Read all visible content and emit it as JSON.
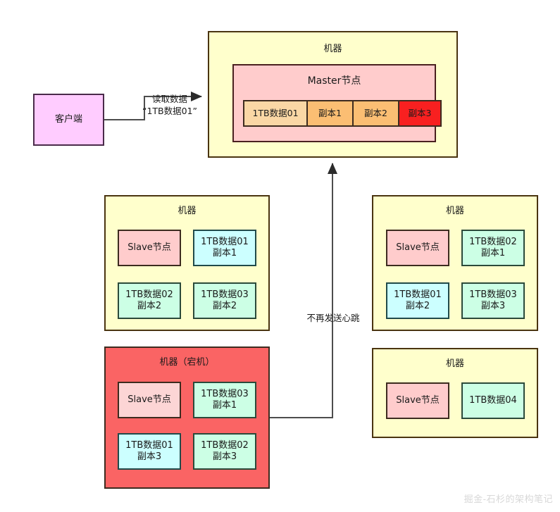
{
  "diagram": {
    "watermark": "掘金-石杉的架构笔记",
    "colors": {
      "machine_bg": "#FFFFCC",
      "machine_crashed_bg": "#FA6464",
      "client_bg": "#FFCCFF",
      "master_bg": "#FFCCCC",
      "slave_bg": "#FFCCCC",
      "block_green_bg": "#CCFFE5",
      "block_cyan_bg": "#CCFFFF",
      "replica_primary_bg": "#FAD7A5",
      "replica_copy_bg": "#FBBE73",
      "replica_bad_bg": "#F82020",
      "border": "#3D2B1F",
      "connector": "#4D4D4D"
    },
    "client": {
      "label": "客户端"
    },
    "master_machine": {
      "title": "机器",
      "node_label": "Master节点",
      "replicas": [
        {
          "label": "1TB数据01",
          "state": "primary"
        },
        {
          "label": "副本1",
          "state": "copy"
        },
        {
          "label": "副本2",
          "state": "copy"
        },
        {
          "label": "副本3",
          "state": "bad"
        }
      ]
    },
    "edges": [
      {
        "name": "client-read-request",
        "label": "读取数据\n“1TB数据01”"
      },
      {
        "name": "heartbeat-stopped",
        "label": "不再发送心跳"
      }
    ],
    "machines": [
      {
        "name": "machine-left-middle",
        "title": "机器",
        "crashed": false,
        "blocks": [
          {
            "label": "Slave节点",
            "kind": "slave"
          },
          {
            "label": "1TB数据01\n副本1",
            "kind": "cyan"
          },
          {
            "label": "1TB数据02\n副本2",
            "kind": "green"
          },
          {
            "label": "1TB数据03\n副本2",
            "kind": "green"
          }
        ]
      },
      {
        "name": "machine-right-middle",
        "title": "机器",
        "crashed": false,
        "blocks": [
          {
            "label": "Slave节点",
            "kind": "slave"
          },
          {
            "label": "1TB数据02\n副本1",
            "kind": "green"
          },
          {
            "label": "1TB数据01\n副本2",
            "kind": "cyan"
          },
          {
            "label": "1TB数据03\n副本3",
            "kind": "green"
          }
        ]
      },
      {
        "name": "machine-crashed",
        "title": "机器（宕机）",
        "crashed": true,
        "blocks": [
          {
            "label": "Slave节点",
            "kind": "slave-faded"
          },
          {
            "label": "1TB数据03\n副本1",
            "kind": "green"
          },
          {
            "label": "1TB数据01\n副本3",
            "kind": "cyan"
          },
          {
            "label": "1TB数据02\n副本3",
            "kind": "green"
          }
        ]
      },
      {
        "name": "machine-right-bottom",
        "title": "机器",
        "crashed": false,
        "blocks": [
          {
            "label": "Slave节点",
            "kind": "slave"
          },
          {
            "label": "1TB数据04",
            "kind": "green"
          }
        ]
      }
    ]
  }
}
